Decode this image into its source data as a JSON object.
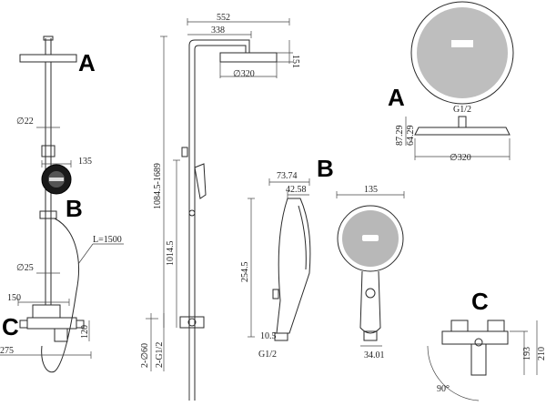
{
  "labels": {
    "a_left": "A",
    "b_left": "B",
    "c_left": "C",
    "a_right": "A",
    "b_mid": "B",
    "c_right": "C"
  },
  "dims": {
    "d22": "∅22",
    "d135_left": "135",
    "l1500": "L=1500",
    "d25": "∅25",
    "d150": "150",
    "d275": "275",
    "d120": "120",
    "d552": "552",
    "d338": "338",
    "d151": "151",
    "d320_mid": "∅320",
    "d1084": "1084.5-1689",
    "d1014": "1014.5",
    "d60": "2-∅60",
    "g12_side": "2-G1/2",
    "d7374": "73.74",
    "d4258": "42.58",
    "d2545": "254.5",
    "d105": "10.5",
    "g12_hand": "G1/2",
    "d135_mid": "135",
    "d3401": "34.01",
    "g12_head": "G1/2",
    "d8729": "87.29",
    "d6429": "64.29",
    "d320_right": "∅320",
    "d193": "193",
    "d210": "210",
    "d90": "90°"
  }
}
